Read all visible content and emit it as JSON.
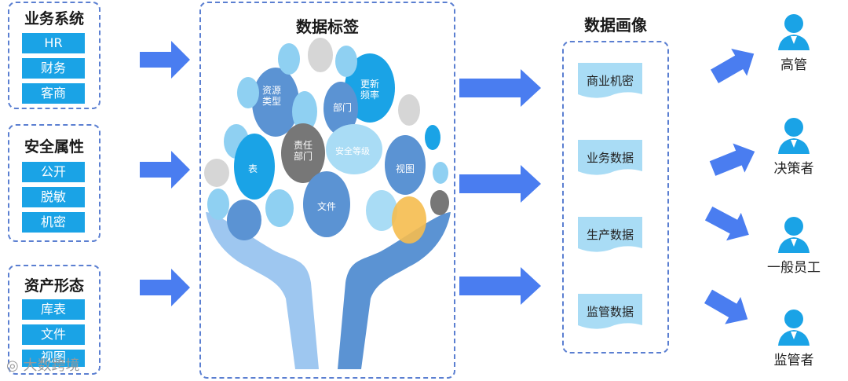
{
  "business": {
    "title": "业务系统",
    "items": [
      "HR",
      "财务",
      "客商"
    ]
  },
  "security": {
    "title": "安全属性",
    "items": [
      "公开",
      "脱敏",
      "机密"
    ]
  },
  "asset": {
    "title": "资产形态",
    "items": [
      "库表",
      "文件",
      "视图"
    ]
  },
  "tags": {
    "title": "数据标签",
    "leaves": {
      "resource_type": "资源\n类型",
      "update_freq": "更新\n频率",
      "department": "部门",
      "owner_dept": "责任\n部门",
      "security_level": "安全等级",
      "table": "表",
      "view": "视图",
      "file": "文件"
    }
  },
  "profile": {
    "title": "数据画像",
    "items": [
      "商业机密",
      "业务数据",
      "生产数据",
      "监管数据"
    ]
  },
  "roles": [
    "高管",
    "决策者",
    "一般员工",
    "监管者"
  ],
  "watermark": "大数跨境",
  "colors": {
    "chip": "#1aa3e6",
    "arrow": "#4a7df0",
    "border": "#5b7fd1",
    "person": "#1aa3e6"
  }
}
